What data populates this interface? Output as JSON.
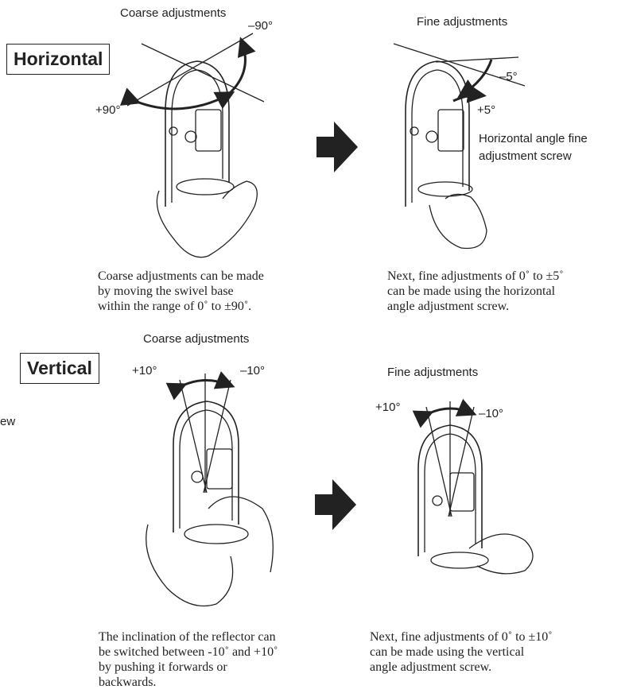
{
  "horizontal": {
    "section_label": "Horizontal",
    "coarse": {
      "title": "Coarse adjustments",
      "angle_minus": "–90°",
      "angle_plus": "+90°",
      "caption": [
        "Coarse adjustments can be made",
        "by moving the swivel base",
        "within the range of 0˚ to ±90˚."
      ]
    },
    "fine": {
      "title": "Fine adjustments",
      "angle_minus": "–5°",
      "angle_plus": "+5°",
      "screw_label": [
        "Horizontal angle fine",
        "adjustment screw"
      ],
      "caption": [
        "Next, fine adjustments of 0˚ to ±5˚",
        "can be made using the horizontal",
        "angle adjustment screw."
      ]
    }
  },
  "vertical": {
    "section_label": "Vertical",
    "cutoff_text": "ew",
    "coarse": {
      "title": "Coarse adjustments",
      "angle_plus": "+10°",
      "angle_minus": "–10°",
      "caption": [
        "The inclination of the reflector can",
        "be switched between -10˚ and +10˚",
        "by pushing it forwards or",
        "backwards."
      ]
    },
    "fine": {
      "title": "Fine adjustments",
      "angle_plus": "+10°",
      "angle_minus": "–10°",
      "caption": [
        "Next, fine adjustments of 0˚ to ±10˚",
        "can be made using the vertical",
        "angle adjustment screw."
      ]
    }
  }
}
